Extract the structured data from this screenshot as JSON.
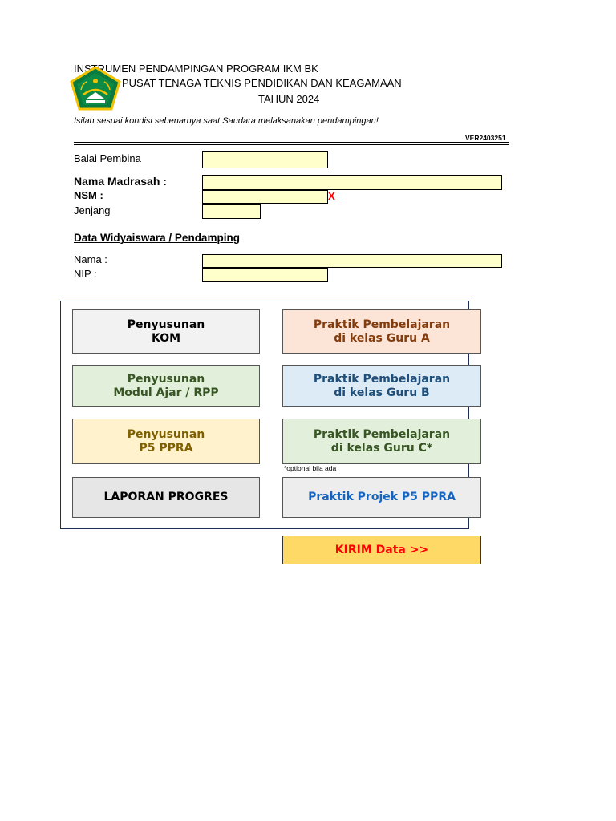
{
  "header": {
    "line1": "INSTRUMEN PENDAMPINGAN PROGRAM IKM BK",
    "line2": "PUSAT TENAGA TEKNIS PENDIDIKAN DAN KEAGAMAAN",
    "line3": "TAHUN 2024",
    "instruction": "Isilah sesuai kondisi sebenarnya saat Saudara melaksanakan pendampingan!",
    "version": "VER2403251"
  },
  "logo": {
    "icon": "kemenag-emblem-icon",
    "colors": {
      "green": "#0b7a3e",
      "gold": "#f2c200"
    }
  },
  "form": {
    "balai_label": "Balai Pembina",
    "nama_madrasah_label": "Nama Madrasah :",
    "nsm_label": "NSM :",
    "nsm_error": "X",
    "jenjang_label": "Jenjang",
    "balai_value": "",
    "nama_madrasah_value": "",
    "nsm_value": "",
    "jenjang_value": ""
  },
  "widyaiswara": {
    "section_title": "Data Widyaiswara / Pendamping",
    "nama_label": "Nama :",
    "nip_label": "NIP :",
    "nama_value": "",
    "nip_value": ""
  },
  "menu": {
    "kom": "Penyusunan\nKOM",
    "guru_a": "Praktik Pembelajaran\ndi kelas Guru A",
    "modul": "Penyusunan\nModul Ajar / RPP",
    "guru_b": "Praktik Pembelajaran\ndi kelas Guru B",
    "p5": "Penyusunan\nP5 PPRA",
    "guru_c": "Praktik Pembelajaran\ndi kelas Guru C*",
    "optional_note": "*optional bila ada",
    "laporan": "LAPORAN PROGRES",
    "projek": "Praktik Projek P5 PPRA",
    "kirim": "KIRIM Data >>"
  },
  "colors": {
    "field_fill": "#ffffcc",
    "error_red": "#ff0000",
    "panel_border": "#1f2d5c",
    "kirim_fill": "#ffd966"
  }
}
